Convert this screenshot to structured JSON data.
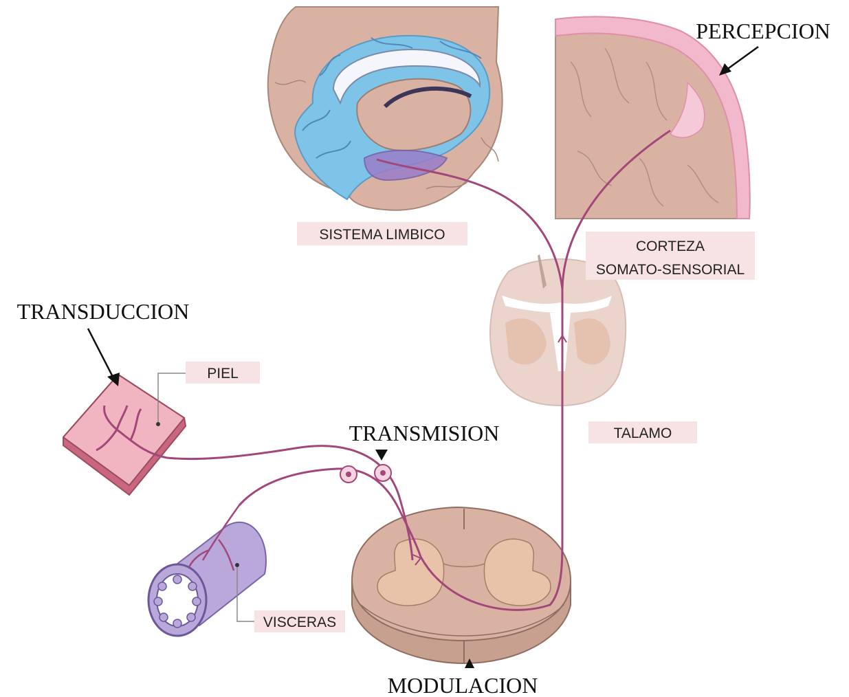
{
  "labels": {
    "perception": "PERCEPCION",
    "transduction": "TRANSDUCCION",
    "transmission": "TRANSMISION",
    "modulation": "MODULACION"
  },
  "tags": {
    "limbic_system": "SISTEMA LIMBICO",
    "cortex_line1": "CORTEZA",
    "cortex_line2": "SOMATO-SENSORIAL",
    "skin": "PIEL",
    "thalamus": "TALAMO",
    "viscera": "VISCERAS"
  },
  "colors": {
    "tissue": "#d9b2a3",
    "tissue_dark": "#c7a08f",
    "limbic_blue": "#7ec3e8",
    "cortex_pink": "#f2b8cc",
    "nerve": "#a3477a",
    "skin": "#f0b5c0",
    "viscera": "#b9a8d9",
    "tag_bg": "#f7e3e3"
  }
}
